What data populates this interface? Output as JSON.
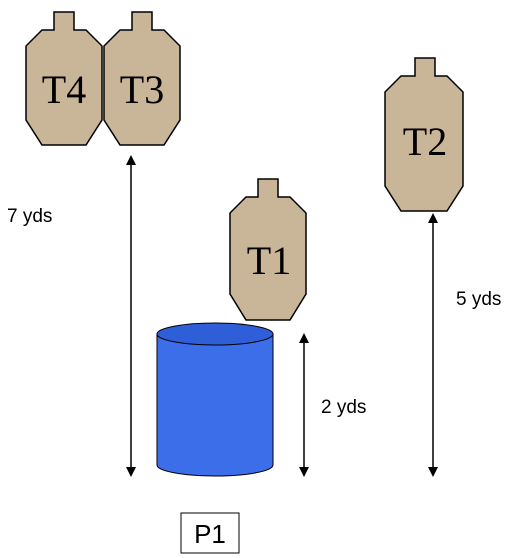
{
  "targets": [
    {
      "id": "t4",
      "label": "T4"
    },
    {
      "id": "t3",
      "label": "T3"
    },
    {
      "id": "t2",
      "label": "T2"
    },
    {
      "id": "t1",
      "label": "T1"
    }
  ],
  "distances": [
    {
      "id": "d7",
      "label": "7 yds"
    },
    {
      "id": "d5",
      "label": "5 yds"
    },
    {
      "id": "d2",
      "label": "2 yds"
    }
  ],
  "position": {
    "label": "P1"
  },
  "colors": {
    "target_fill": "#c9b597",
    "target_stroke": "#000000",
    "barrel_fill": "#3b6ee8",
    "barrel_top": "#2f5fd8",
    "arrow": "#000000"
  }
}
